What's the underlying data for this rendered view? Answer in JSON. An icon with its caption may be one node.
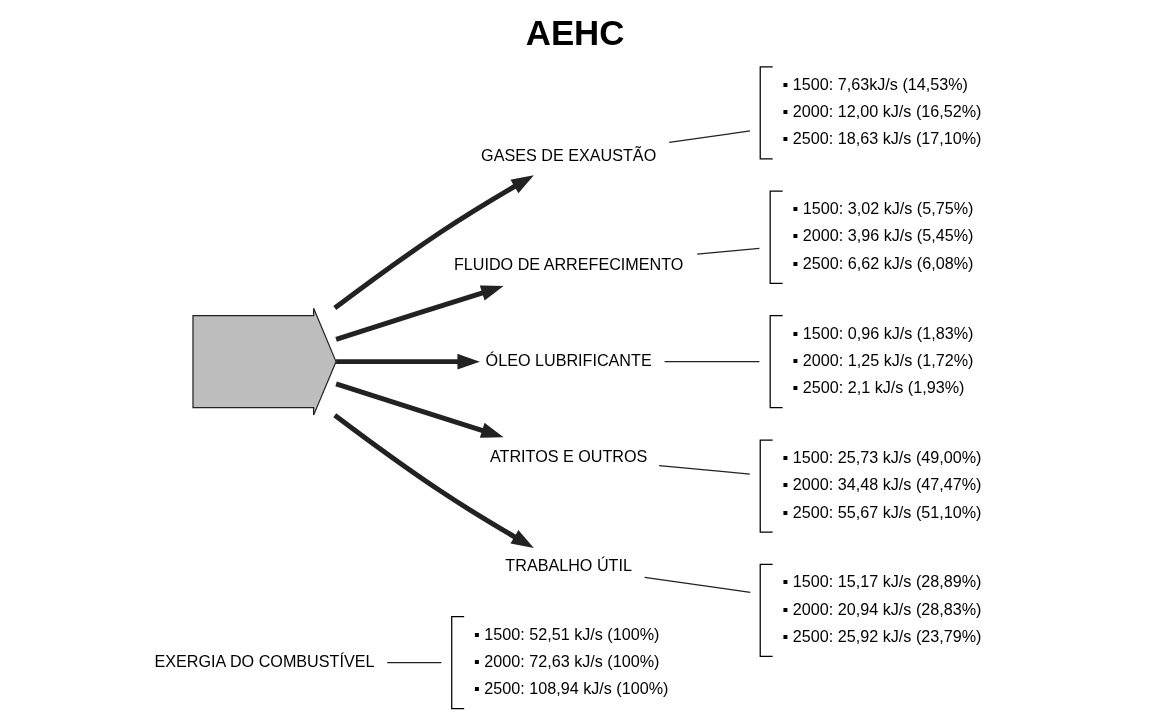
{
  "diagram": {
    "title": "AEHC",
    "nodes": [
      {
        "text": [
          "EXERGIA DO COMBUSTÍVEL"
        ]
      },
      {
        "text": [
          "▪ 1500: 52,51 kJ/s (100%)",
          "▪ 2000: 72,63 kJ/s (100%)",
          "▪ 2500: 108,94 kJ/s (100%)"
        ]
      },
      {
        "text": [],
        "shape": "picture"
      },
      {
        "text": [
          "GASES DE EXAUSTÃO"
        ]
      },
      {
        "text": [
          "▪ 1500: 7,63kJ/s (14,53%)",
          "▪ 2000: 12,00 kJ/s (16,52%)",
          "▪ 2500: 18,63 kJ/s (17,10%)"
        ]
      },
      {
        "text": [
          "FLUIDO DE ARREFECIMENTO"
        ]
      },
      {
        "text": [
          "▪ 1500: 3,02 kJ/s (5,75%)",
          "▪ 2000: 3,96 kJ/s (5,45%)",
          "▪ 2500: 6,62 kJ/s (6,08%)"
        ]
      },
      {
        "text": [
          "ÓLEO LUBRIFICANTE"
        ]
      },
      {
        "text": [
          "▪ 1500: 0,96 kJ/s (1,83%)",
          "▪ 2000: 1,25 kJ/s (1,72%)",
          "▪ 2500: 2,1 kJ/s (1,93%)"
        ]
      },
      {
        "text": [
          "ATRITOS E OUTROS"
        ]
      },
      {
        "text": [
          "▪ 1500: 25,73 kJ/s (49,00%)",
          "▪ 2000: 34,48 kJ/s (47,47%)",
          "▪ 2500: 55,67 kJ/s (51,10%)"
        ]
      },
      {
        "text": [
          "TRABALHO ÚTIL"
        ]
      },
      {
        "text": [
          "▪ 1500: 15,17 kJ/s (28,89%)",
          "▪ 2000: 20,94 kJ/s (28,83%)",
          "▪ 2500: 25,92 kJ/s (23,79%)"
        ]
      }
    ],
    "edges": [
      {
        "from": 0,
        "to": 1,
        "arrow": "none"
      },
      {
        "from": 2,
        "to": 3,
        "arrow": "to",
        "style": "thick"
      },
      {
        "from": 3,
        "to": 4,
        "arrow": "none"
      },
      {
        "from": 2,
        "to": 5,
        "arrow": "to",
        "style": "thick"
      },
      {
        "from": 5,
        "to": 6,
        "arrow": "none"
      },
      {
        "from": 2,
        "to": 7,
        "arrow": "to",
        "style": "thick"
      },
      {
        "from": 7,
        "to": 8,
        "arrow": "none"
      },
      {
        "from": 2,
        "to": 9,
        "arrow": "to",
        "style": "thick"
      },
      {
        "from": 9,
        "to": 10,
        "arrow": "none"
      },
      {
        "from": 2,
        "to": 11,
        "arrow": "to",
        "style": "thick"
      },
      {
        "from": 11,
        "to": 12,
        "arrow": "none"
      }
    ]
  }
}
